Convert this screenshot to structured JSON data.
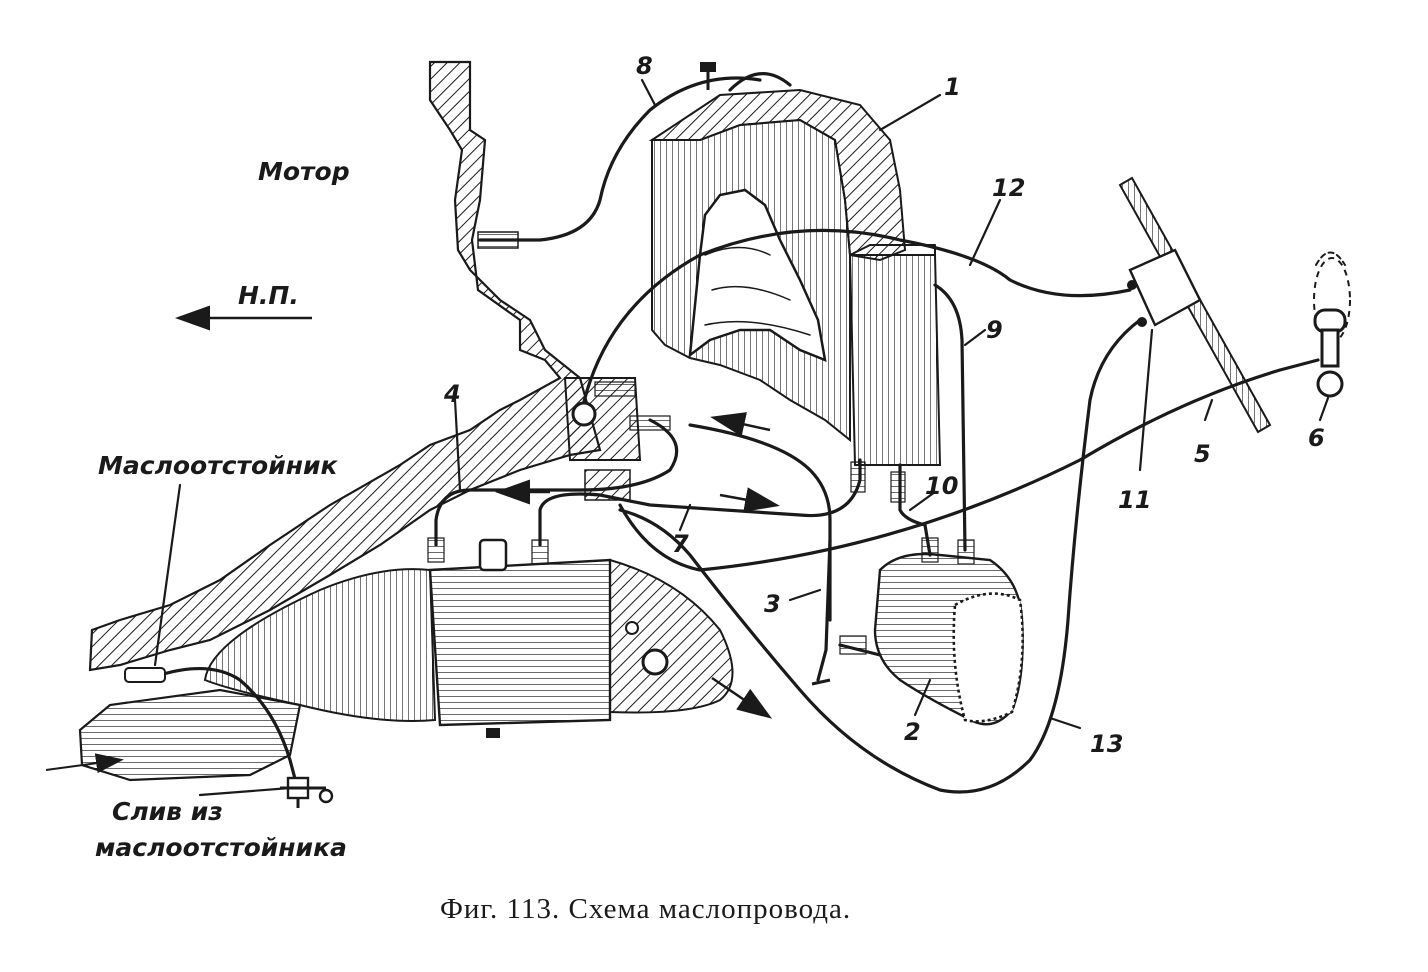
{
  "labels": {
    "motor": "Мотор",
    "direction": "Н.П.",
    "oil_sump": "Маслоотстойник",
    "drain_line1": "Слив из",
    "drain_line2": "маслоотстойника",
    "n1": "1",
    "n2": "2",
    "n3": "3",
    "n4": "4",
    "n5": "5",
    "n6": "6",
    "n7": "7",
    "n8": "8",
    "n9": "9",
    "n10": "10",
    "n11": "11",
    "n12": "12",
    "n13": "13"
  },
  "caption": "Фиг. 113. Схема маслопровода."
}
